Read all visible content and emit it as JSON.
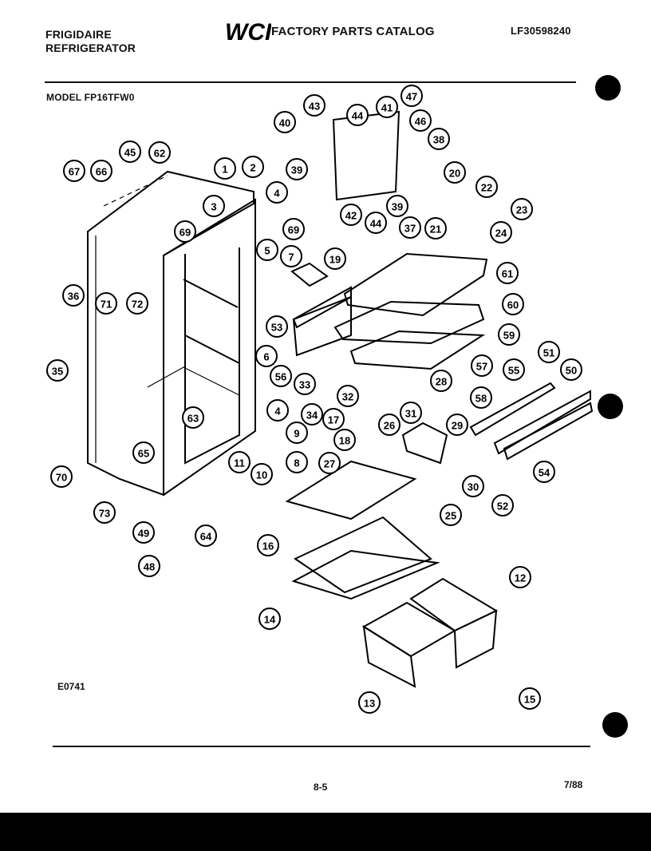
{
  "header": {
    "brand_line1": "FRIGIDAIRE",
    "brand_line2": "REFRIGERATOR",
    "logo_text": "WCI",
    "catalog_title": "FACTORY PARTS CATALOG",
    "part_number": "LF30598240",
    "model_label": "MODEL  FP16TFW0"
  },
  "footer": {
    "diagram_code": "E0741",
    "page_number": "8-5",
    "date": "7/88"
  },
  "callouts": [
    "1",
    "2",
    "3",
    "4",
    "5",
    "6",
    "7",
    "8",
    "9",
    "10",
    "11",
    "12",
    "13",
    "14",
    "15",
    "16",
    "17",
    "18",
    "19",
    "20",
    "21",
    "22",
    "23",
    "24",
    "25",
    "26",
    "27",
    "28",
    "29",
    "30",
    "31",
    "32",
    "33",
    "34",
    "35",
    "36",
    "37",
    "38",
    "39",
    "40",
    "41",
    "42",
    "43",
    "44",
    "45",
    "46",
    "47",
    "48",
    "49",
    "50",
    "51",
    "52",
    "53",
    "54",
    "55",
    "56",
    "57",
    "58",
    "59",
    "60",
    "61",
    "62",
    "63",
    "64",
    "65",
    "66",
    "67",
    "69",
    "70",
    "71",
    "72",
    "73"
  ]
}
